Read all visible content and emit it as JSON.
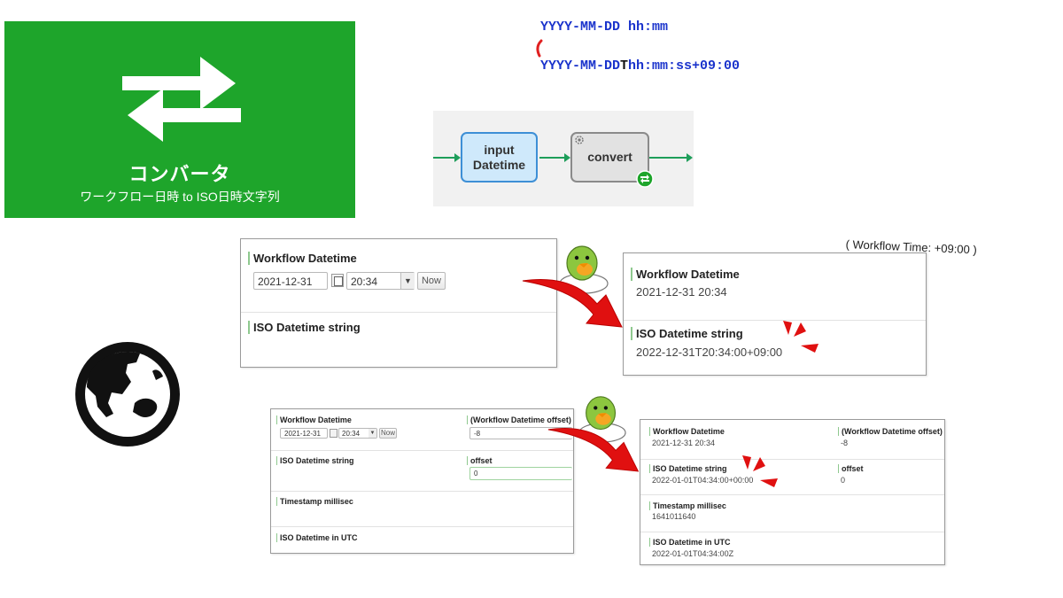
{
  "banner": {
    "title": "コンバータ",
    "subtitle": "ワークフロー日時 to ISO日時文字列",
    "color": "#1ea52b",
    "icon": "swap-arrows-icon"
  },
  "formats": {
    "input": "YYYY-MM-DD hh:mm",
    "output_prefix": "YYYY-MM-DD",
    "output_t": "T",
    "output_suffix": "hh:mm:ss+09:00"
  },
  "flow": {
    "node_input": "input\nDatetime",
    "node_convert": "convert"
  },
  "timezone_note": "( Workflow Time: +09:00 )",
  "form1": {
    "workflow_label": "Workflow Datetime",
    "date_value": "2021-12-31",
    "time_value": "20:34",
    "now_label": "Now",
    "iso_label": "ISO Datetime string"
  },
  "result1": {
    "workflow_label": "Workflow Datetime",
    "workflow_value": "2021-12-31 20:34",
    "iso_label": "ISO Datetime string",
    "iso_value": "2022-12-31T20:34:00+09:00"
  },
  "form2": {
    "workflow_label": "Workflow Datetime",
    "date_value": "2021-12-31",
    "time_value": "20:34",
    "now_label": "Now",
    "offset_label": "(Workflow Datetime offset)",
    "offset_value": "-8",
    "iso_label": "ISO Datetime string",
    "offset2_label": "offset",
    "offset2_value": "0",
    "timestamp_label": "Timestamp millisec",
    "utc_label": "ISO Datetime in UTC"
  },
  "result2": {
    "workflow_label": "Workflow Datetime",
    "workflow_value": "2021-12-31 20:34",
    "offset_label": "(Workflow Datetime offset)",
    "offset_value": "-8",
    "iso_label": "ISO Datetime string",
    "iso_value": "2022-01-01T04:34:00+00:00",
    "offset2_label": "offset",
    "offset2_value": "0",
    "timestamp_label": "Timestamp millisec",
    "timestamp_value": "1641011640",
    "utc_label": "ISO Datetime in UTC",
    "utc_value": "2022-01-01T04:34:00Z"
  },
  "colors": {
    "accent_green": "#1ea52b",
    "format_blue": "#1a33cc",
    "arrow_red": "#e01010",
    "flow_green": "#1e9e5a"
  }
}
